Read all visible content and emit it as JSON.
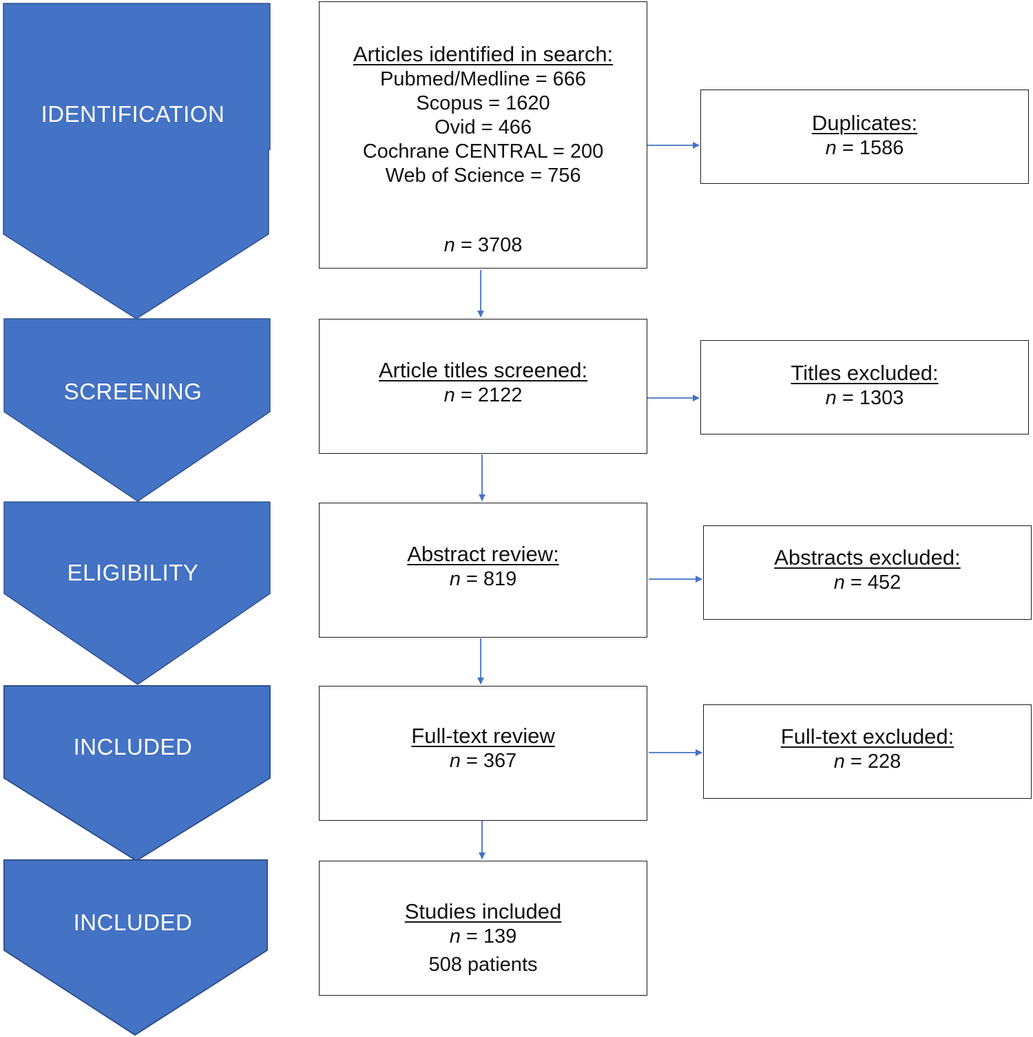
{
  "colors": {
    "stage_fill": "#4472c4",
    "stage_stroke": "#2f528f",
    "arrow": "#4472c4",
    "box_border": "#1a1a1a"
  },
  "stages": [
    {
      "label": "IDENTIFICATION"
    },
    {
      "label": "SCREENING"
    },
    {
      "label": "ELIGIBILITY"
    },
    {
      "label": "INCLUDED"
    },
    {
      "label": "INCLUDED"
    }
  ],
  "main_boxes": {
    "search": {
      "title": "Articles identified in search:",
      "sources": [
        "Pubmed/Medline = 666",
        "Scopus = 1620",
        "Ovid = 466",
        "Cochrane CENTRAL = 200",
        "Web of Science = 756"
      ],
      "n_symbol": "n",
      "n_value": " = 3708"
    },
    "screened": {
      "title": "Article titles screened:",
      "n_symbol": "n",
      "n_value": " = 2122"
    },
    "abstract": {
      "title": "Abstract review:",
      "n_symbol": "n",
      "n_value": " = 819"
    },
    "fulltext": {
      "title": "Full-text review",
      "n_symbol": "n",
      "n_value": " = 367"
    },
    "included": {
      "title": "Studies included",
      "n_symbol": "n",
      "n_value": " = 139",
      "patients": "508 patients"
    }
  },
  "side_boxes": {
    "duplicates": {
      "title": "Duplicates:",
      "n_symbol": "n",
      "n_value": " = 1586"
    },
    "titles_excluded": {
      "title": "Titles excluded:",
      "n_symbol": "n",
      "n_value": " = 1303"
    },
    "abstracts_excluded": {
      "title": "Abstracts excluded:",
      "n_symbol": "n",
      "n_value": " = 452"
    },
    "fulltext_excluded": {
      "title": "Full-text excluded:",
      "n_symbol": "n",
      "n_value": " = 228"
    }
  }
}
